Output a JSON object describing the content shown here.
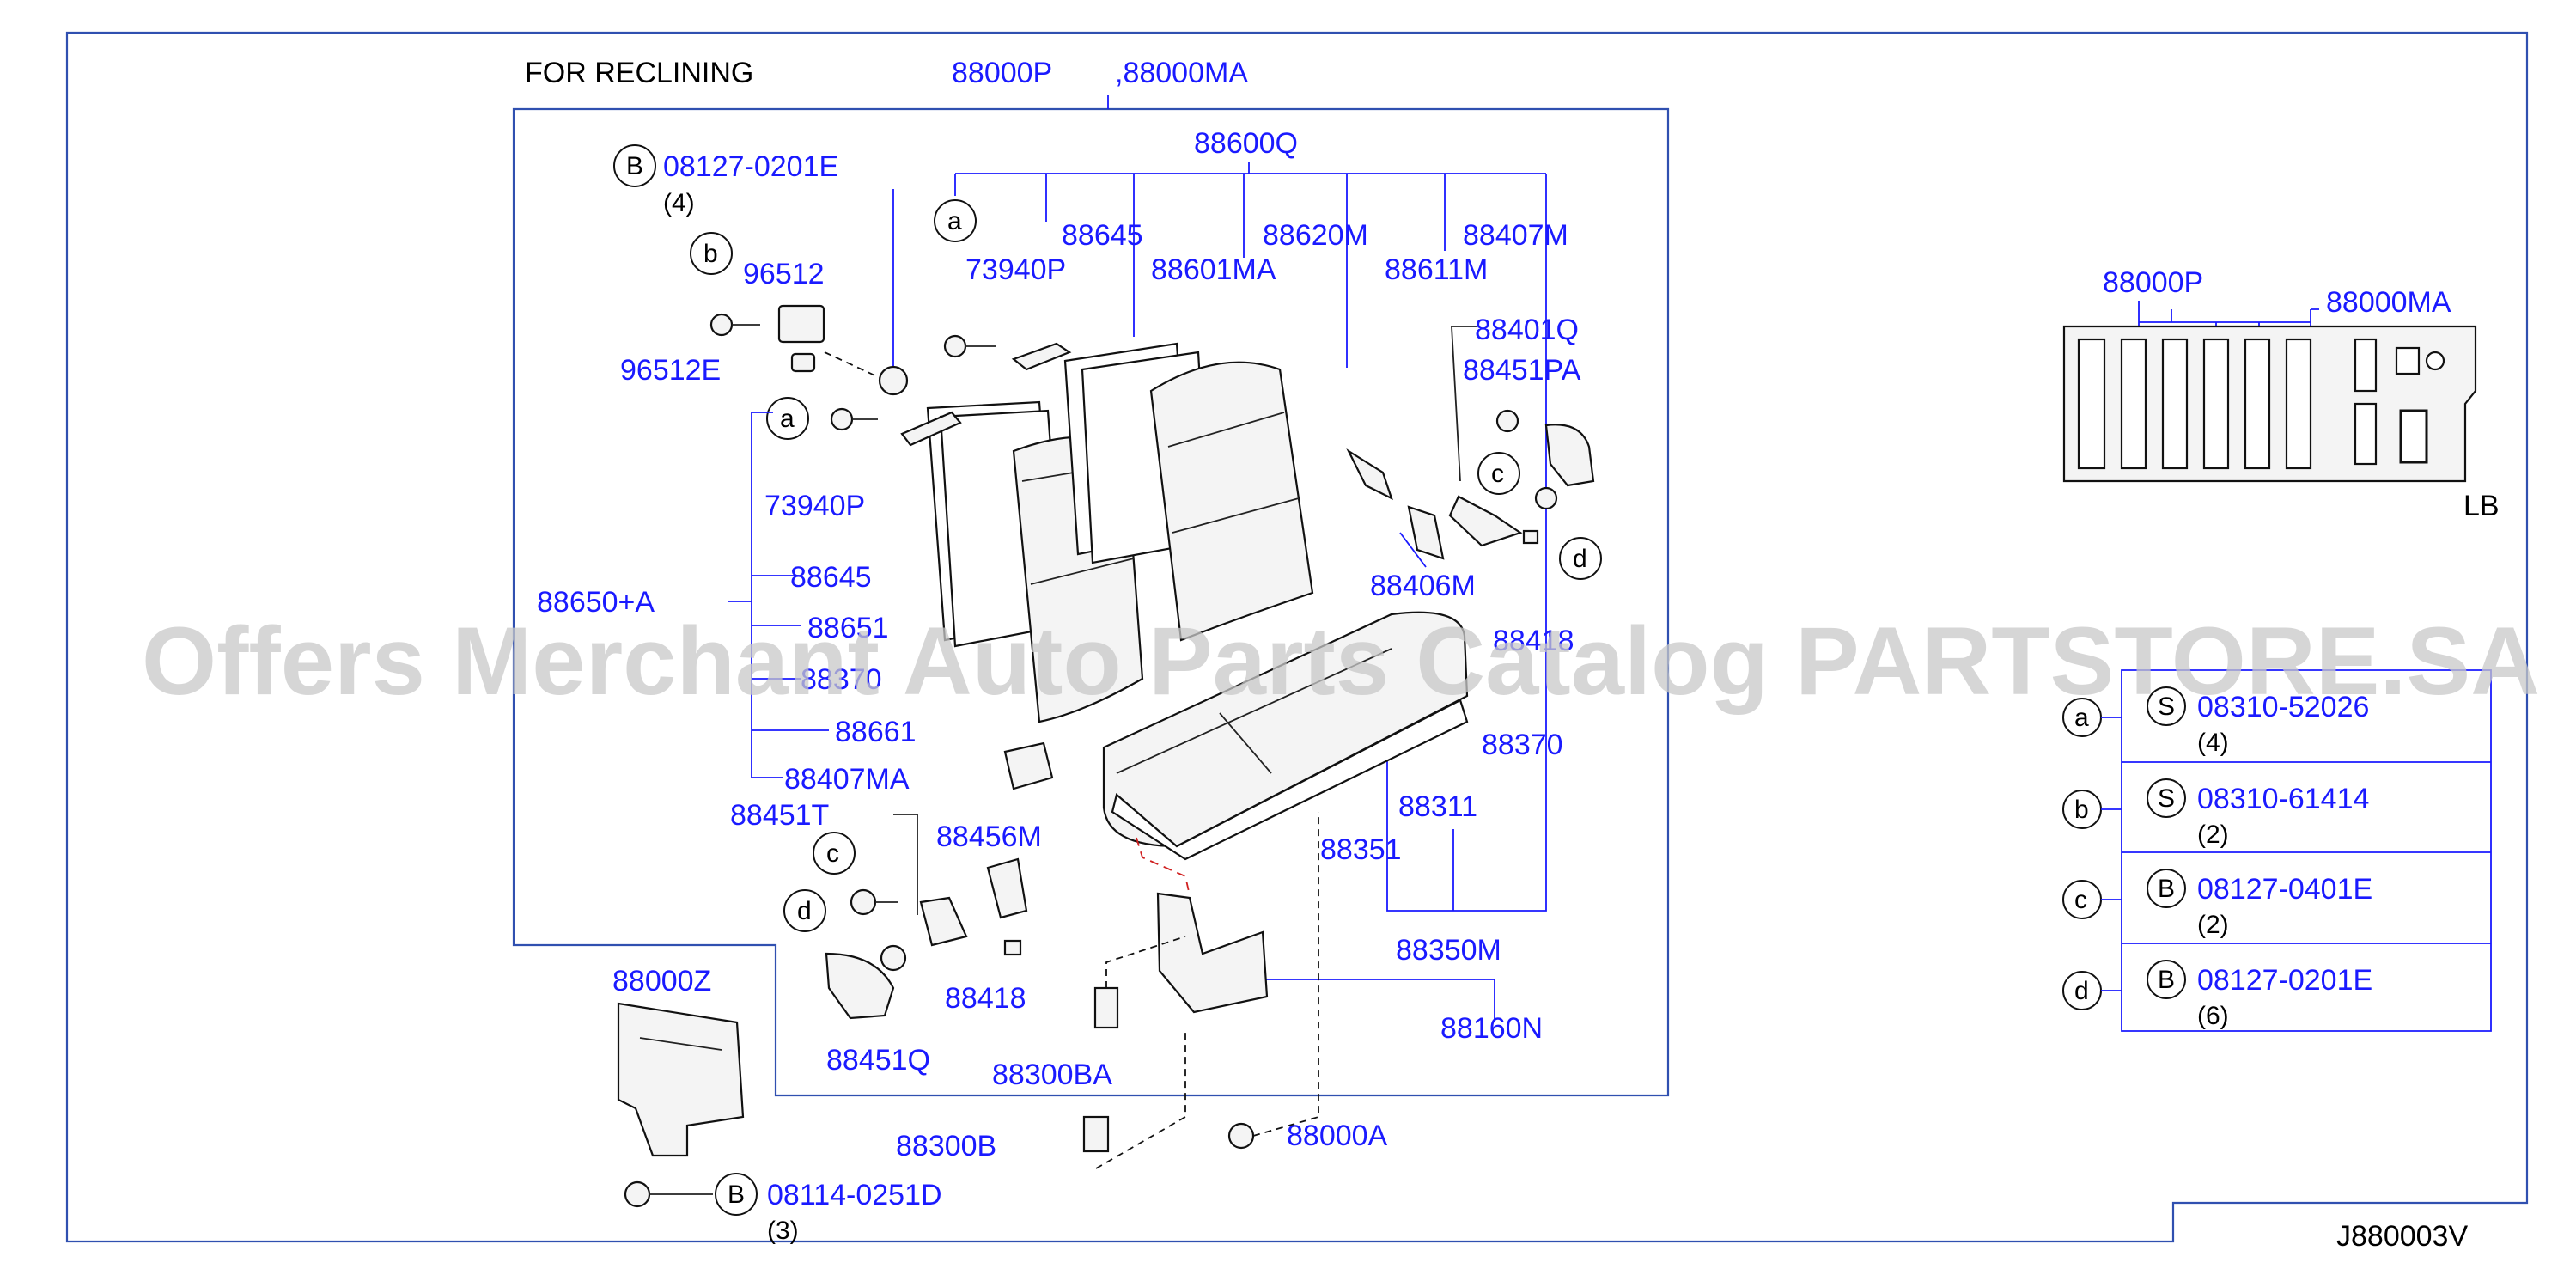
{
  "diagram": {
    "heading": "FOR  RECLINING",
    "diagram_code": "J880003V",
    "variant": "LB",
    "watermark": "Offers Merchant Auto Parts Catalog PARTSTORE.SA",
    "labels": {
      "p88000p": "88000P",
      "p88000ma": ",88000MA",
      "p88600q": "88600Q",
      "p88645_top": "88645",
      "p88620m": "88620M",
      "p88407m": "88407M",
      "p73940p_top": "73940P",
      "p88601ma": "88601MA",
      "p88611m": "88611M",
      "p88401q": "88401Q",
      "p88451pa": "88451PA",
      "p96512": "96512",
      "p96512e": "96512E",
      "p73940p_left": "73940P",
      "p88650a": "88650+A",
      "p88645_left": "88645",
      "p88651": "88651",
      "p88370_left": "88370",
      "p88661": "88661",
      "p88407ma": "88407MA",
      "p88406m": "88406M",
      "p88418_right": "88418",
      "p88370_right": "88370",
      "p88311": "88311",
      "p88351": "88351",
      "p88350m": "88350M",
      "p88451t": "88451T",
      "p88456m": "88456M",
      "p88418_low": "88418",
      "p88451q": "88451Q",
      "p88300ba": "88300BA",
      "p88160n": "88160N",
      "p88000z": "88000Z",
      "p88300b": "88300B",
      "p88000a": "88000A",
      "b_top_part": "08127-0201E",
      "b_top_qty": "(4)",
      "b_bot_part": "08114-0251D",
      "b_bot_qty": "(3)",
      "mini_88000p": "88000P",
      "mini_88000ma": "88000MA"
    },
    "markers": {
      "b": "B",
      "s": "S",
      "a": "a",
      "bb": "b",
      "c": "c",
      "d": "d"
    },
    "fasteners": [
      {
        "key": "a",
        "type": "S",
        "part": "08310-52026",
        "qty": "(4)"
      },
      {
        "key": "b",
        "type": "S",
        "part": "08310-61414",
        "qty": "(2)"
      },
      {
        "key": "c",
        "type": "B",
        "part": "08127-0401E",
        "qty": "(2)"
      },
      {
        "key": "d",
        "type": "B",
        "part": "08127-0201E",
        "qty": "(6)"
      }
    ]
  }
}
